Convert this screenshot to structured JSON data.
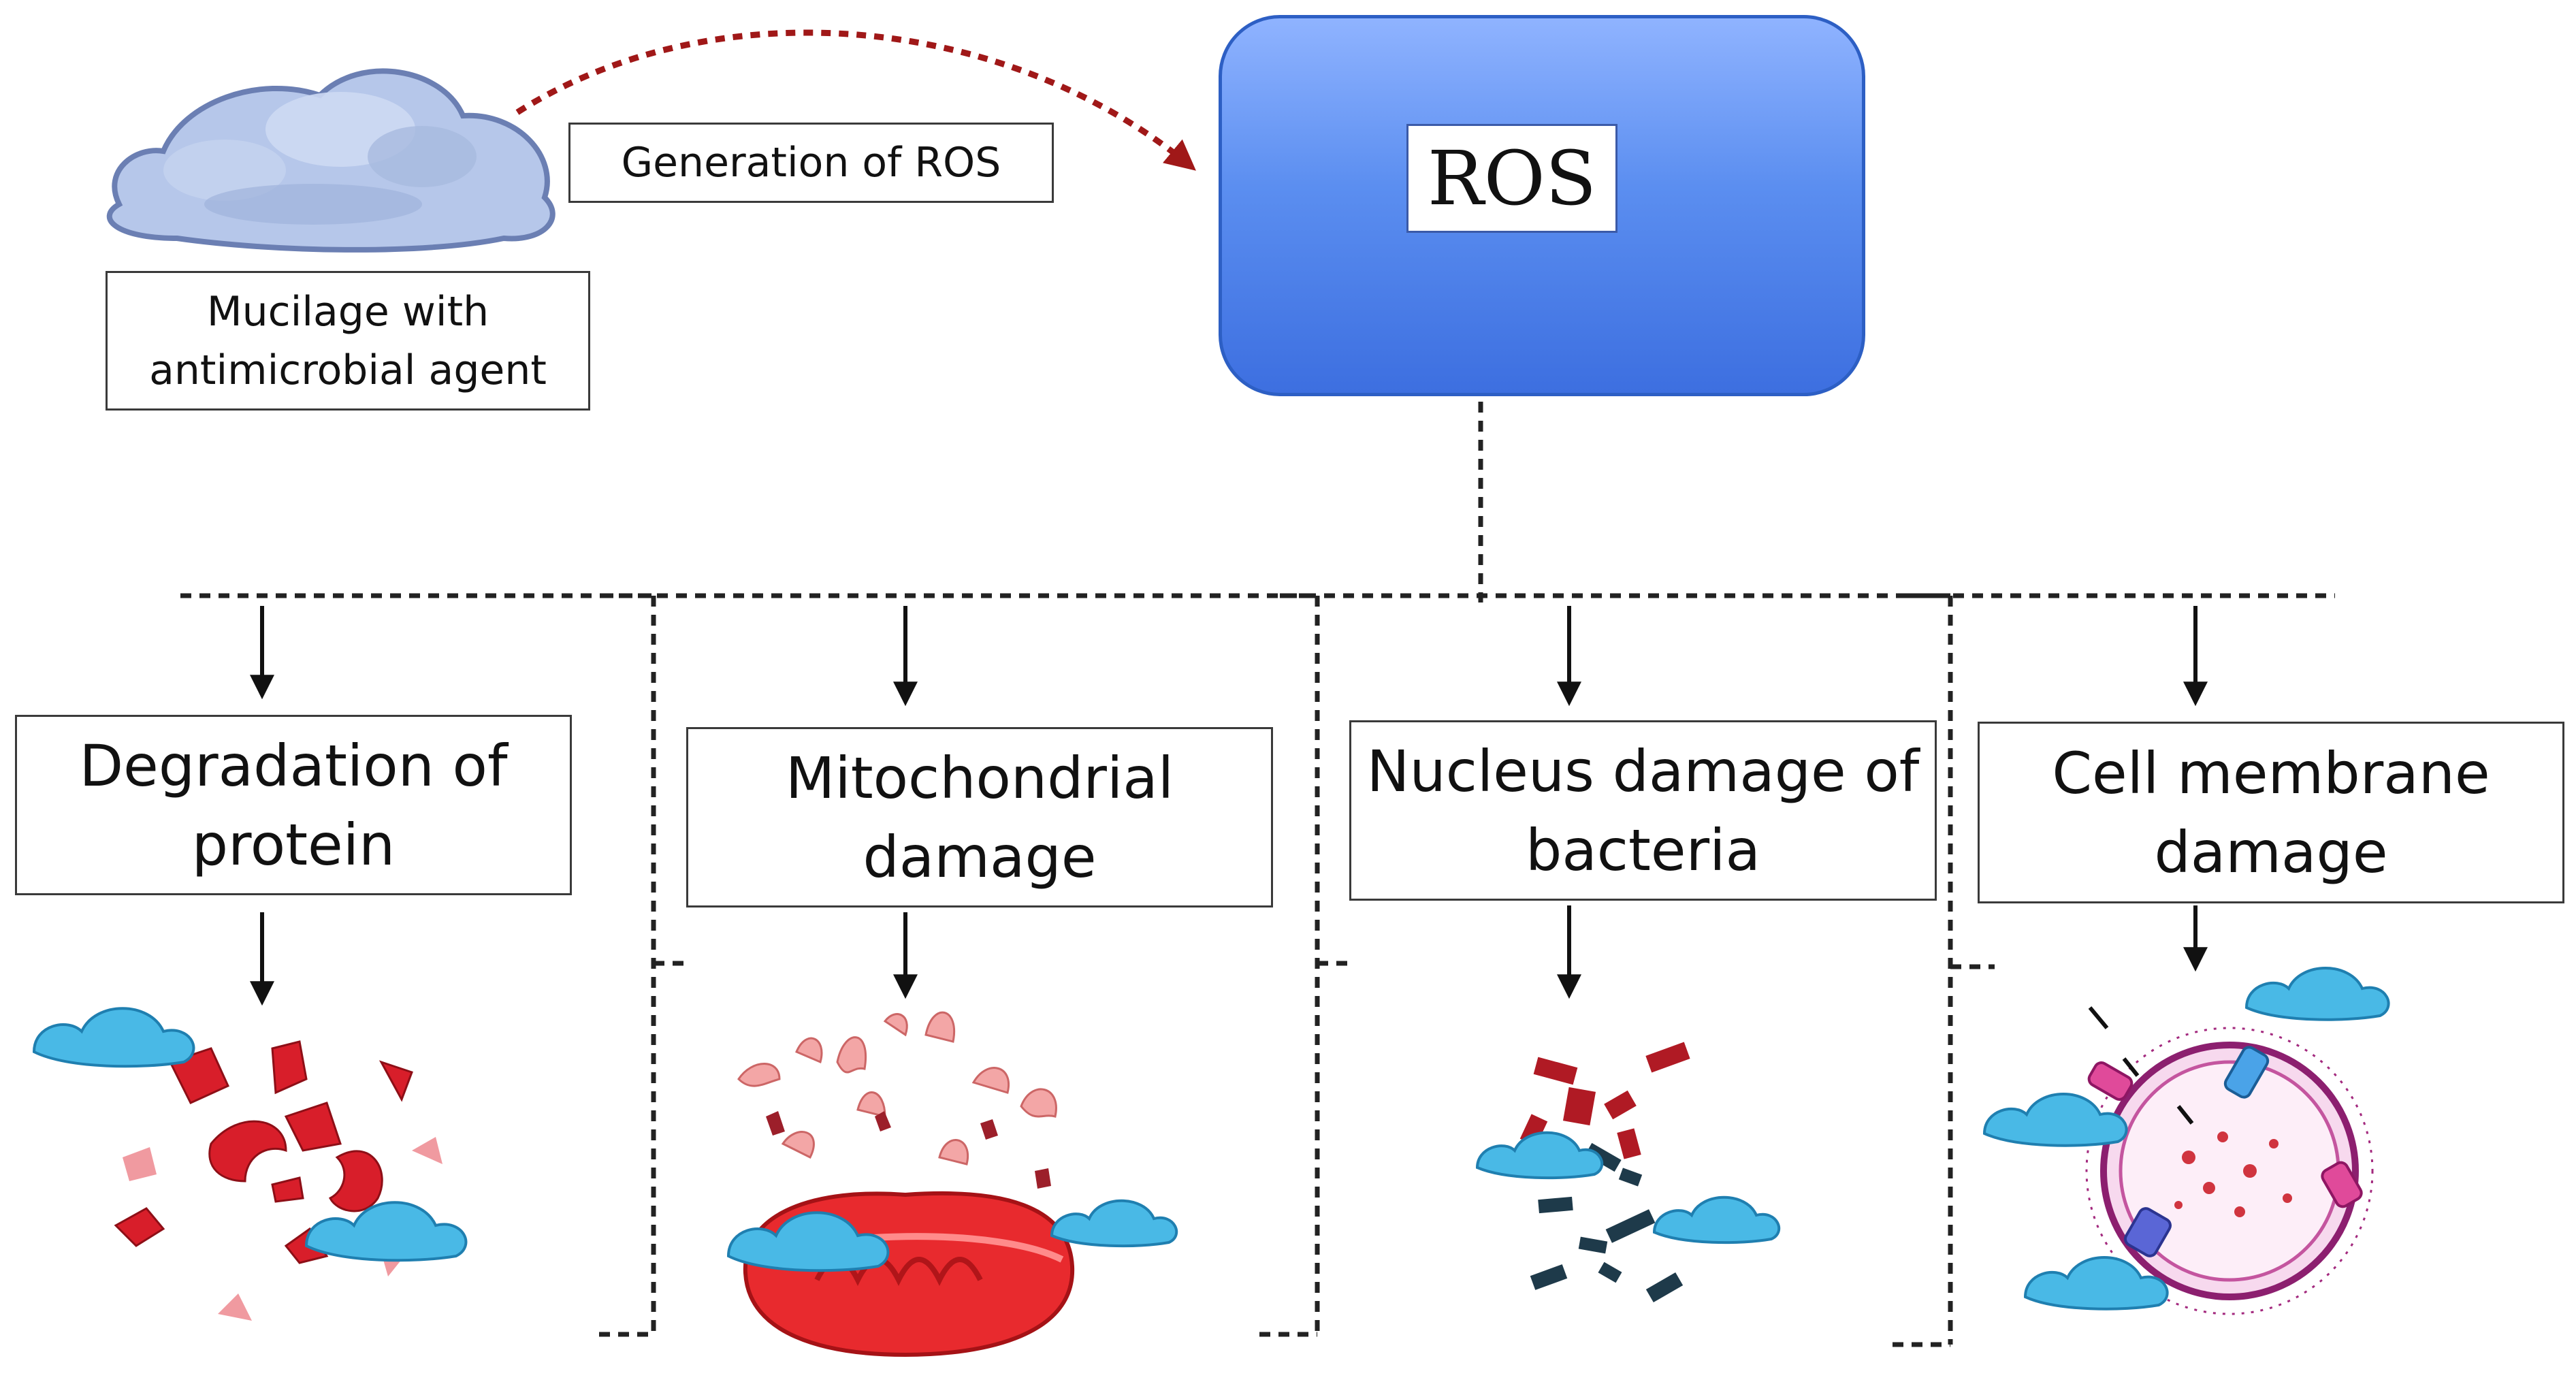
{
  "source": {
    "label_line1": "Mucilage with",
    "label_line2": "antimicrobial agent"
  },
  "ros_generation": {
    "label": "Generation of ROS"
  },
  "ros": {
    "label": "ROS"
  },
  "effects": [
    {
      "line1": "Degradation of",
      "line2": "protein"
    },
    {
      "line1": "Mitochondrial",
      "line2": "damage"
    },
    {
      "line1": "Nucleus damage of",
      "line2": "bacteria"
    },
    {
      "line1": "Cell membrane",
      "line2": "damage"
    }
  ],
  "colors": {
    "ros_box": "#5b8ef0",
    "arrow_red": "#a01818",
    "cloud_blue": "#49b9e6",
    "protein_red": "#d81e2a",
    "dna_dark": "#1e3a4a"
  }
}
